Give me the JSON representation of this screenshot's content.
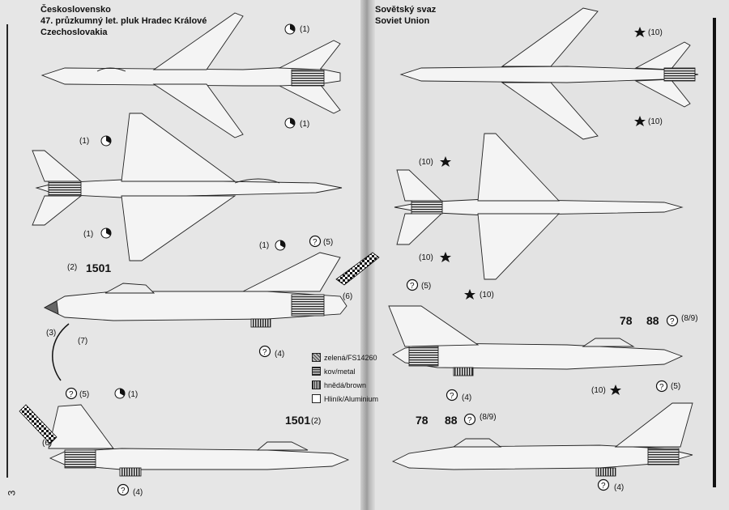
{
  "left_header": {
    "country_cz": "Československo",
    "unit": "47. průzkumný let. pluk Hradec Králové",
    "country_en": "Czechoslovakia"
  },
  "right_header": {
    "country_cz": "Sovětský svaz",
    "country_en": "Soviet Union"
  },
  "page_number": "3",
  "refs": {
    "r1": "(1)",
    "r2": "(2)",
    "r3": "(3)",
    "r4": "(4)",
    "r5": "(5)",
    "r6": "(6)",
    "r7": "(7)",
    "r10": "(10)",
    "r89": "(8/9)",
    "question": "?"
  },
  "serials": {
    "cz": "1501",
    "su_a": "78",
    "su_b": "88"
  },
  "legend": [
    {
      "key": "green",
      "label": "zelená/FS14260"
    },
    {
      "key": "metal",
      "label": "kov/metal"
    },
    {
      "key": "brown",
      "label": "hnědá/brown"
    },
    {
      "key": "alu",
      "label": "Hliník/Aluminium"
    }
  ]
}
